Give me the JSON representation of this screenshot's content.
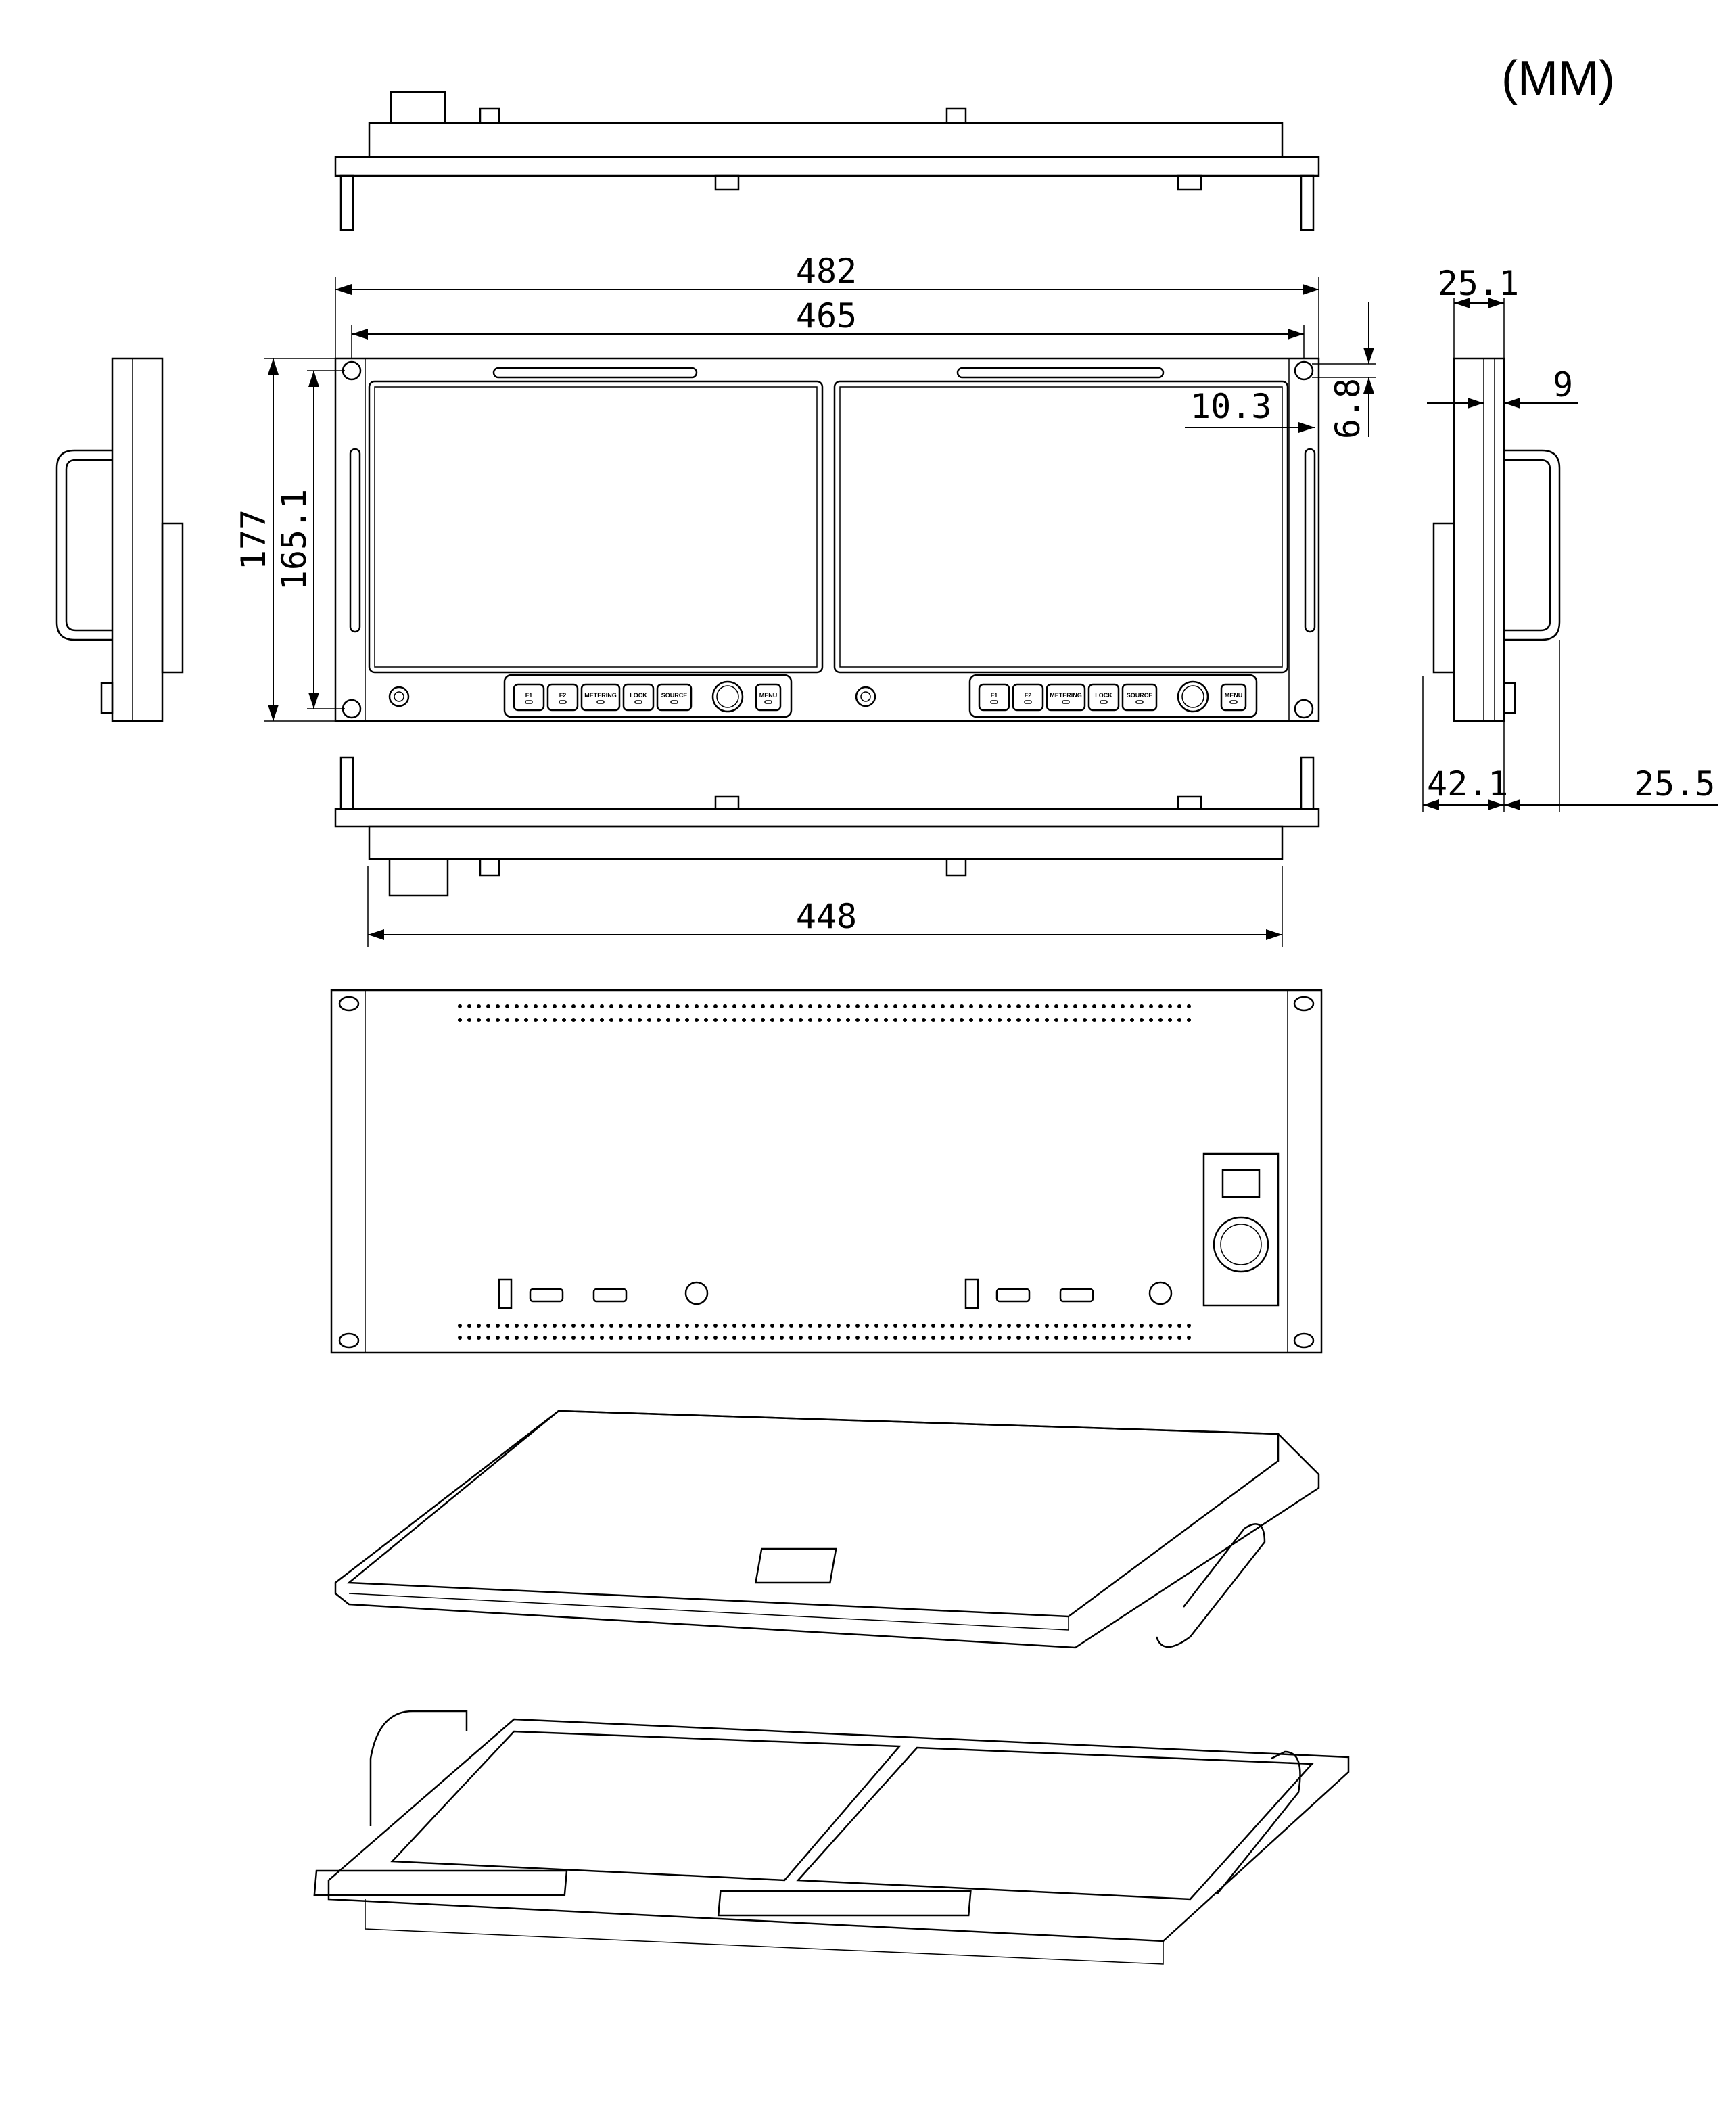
{
  "units_label": "(MM)",
  "dimensions": {
    "overall_width": "482",
    "mount_hole_spacing": "465",
    "body_width": "448",
    "overall_height": "177",
    "mount_hole_height": "165.1",
    "hole_edge_offset": "10.3",
    "hole_top_offset": "6.8",
    "front_depth": "25.1",
    "panel_thickness": "9",
    "body_depth": "42.1",
    "handle_depth": "25.5"
  },
  "control_panel": {
    "buttons": [
      "F1",
      "F2",
      "METERING",
      "LOCK",
      "SOURCE",
      "MENU"
    ]
  }
}
